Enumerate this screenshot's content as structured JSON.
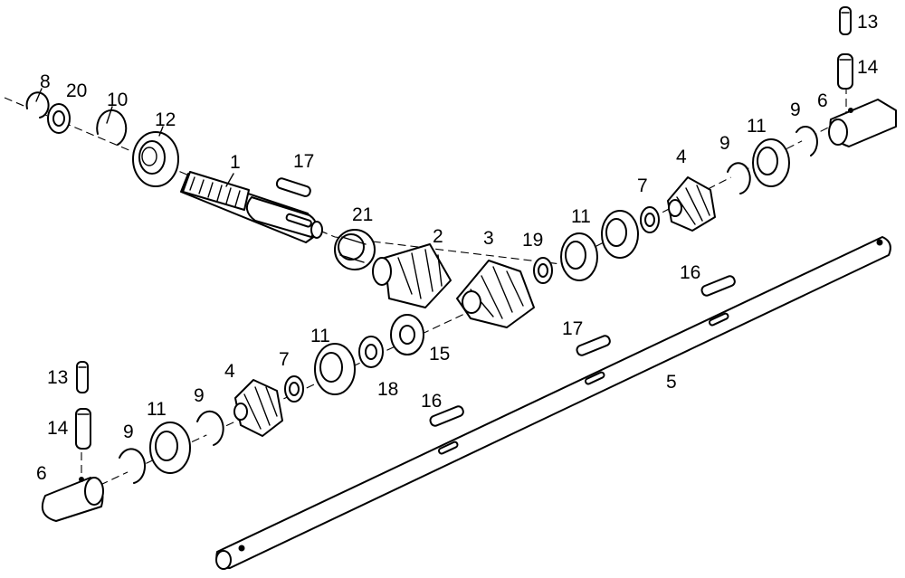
{
  "diagram": {
    "colors": {
      "ink": "#000000",
      "paper": "#ffffff"
    },
    "callouts": [
      "1",
      "2",
      "3",
      "4",
      "4",
      "5",
      "6",
      "6",
      "7",
      "7",
      "8",
      "9",
      "9",
      "9",
      "9",
      "10",
      "11",
      "11",
      "11",
      "11",
      "12",
      "13",
      "13",
      "14",
      "14",
      "15",
      "16",
      "16",
      "17",
      "17",
      "18",
      "19",
      "20",
      "21"
    ]
  }
}
